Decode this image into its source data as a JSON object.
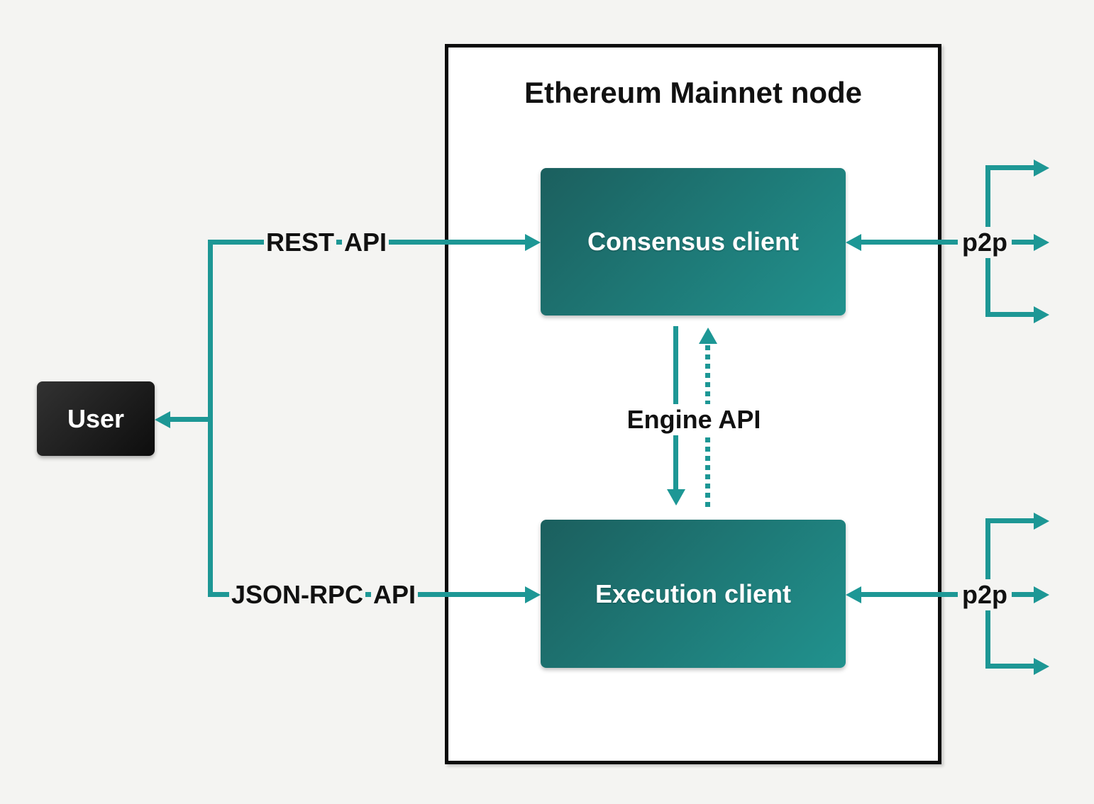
{
  "title": "Ethereum Mainnet node",
  "nodes": {
    "user": {
      "label": "User"
    },
    "consensus": {
      "label": "Consensus client"
    },
    "execution": {
      "label": "Execution client"
    }
  },
  "edges": {
    "rest_api": {
      "word1": "REST",
      "word2": "API"
    },
    "json_rpc_api": {
      "word1": "JSON-RPC",
      "word2": "API"
    },
    "engine_api": {
      "label": "Engine API"
    },
    "p2p_consensus": {
      "label": "p2p"
    },
    "p2p_execution": {
      "label": "p2p"
    }
  },
  "colors": {
    "teal": "#1d9795",
    "page_bg": "#f4f4f2",
    "node_bg": "#ffffff",
    "node_border": "#0b0b0b",
    "client_grad_start": "#1b5f5e",
    "client_grad_end": "#21928e",
    "user_grad_start": "#323232",
    "user_grad_end": "#0d0d0d",
    "label_color": "#111111"
  }
}
